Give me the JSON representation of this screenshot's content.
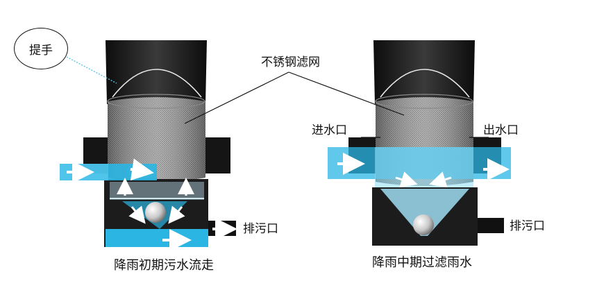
{
  "labels": {
    "handle": "提手",
    "filter_mesh": "不锈钢滤网",
    "inlet": "进水口",
    "outlet": "出水口",
    "drain_left": "排污口",
    "drain_right": "排污口"
  },
  "captions": {
    "left": "降雨初期污水流走",
    "right": "降雨中期过滤雨水"
  },
  "colors": {
    "water": "#2bb5e3",
    "water_light": "#8edcf5",
    "body": "#1b1b1b",
    "mesh": "#9a9a9a",
    "handle_line": "#5bc6e8"
  }
}
